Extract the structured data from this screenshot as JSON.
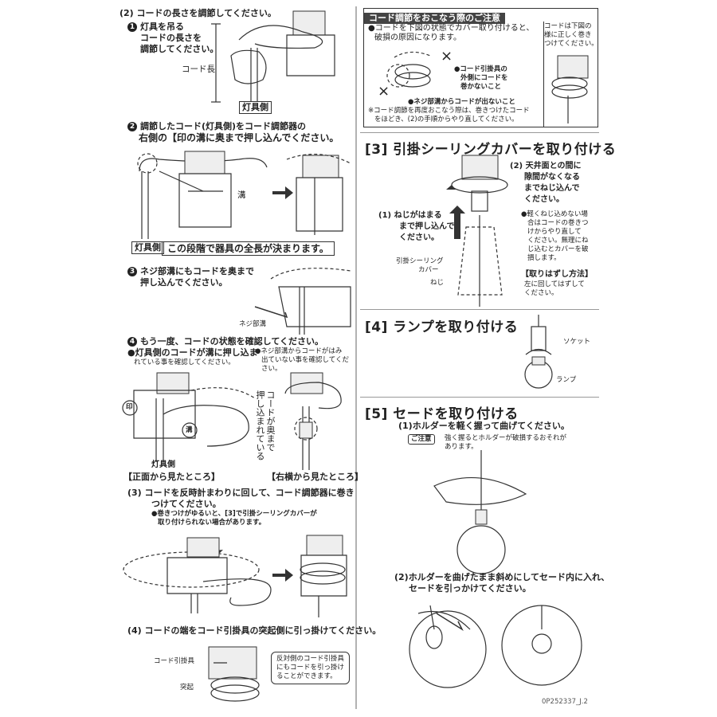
{
  "left": {
    "s2_title": "(2) コードの長さを調節してください。",
    "s2_step1": [
      "灯具を吊る",
      "コードの長さを",
      "調節してください。"
    ],
    "cord_length_label": "コード長",
    "fixture_side": "灯具側",
    "s2_step2_l1": "調節したコード(灯具側)をコード調節器の",
    "s2_step2_l2": "右側の【印の溝に奥まで押し込んでください。",
    "groove_label": "溝",
    "fixture_side_2": "灯具側",
    "length_fixed_note": "この段階で器具の全長が決まります。",
    "s2_step3": [
      "ネジ部溝にもコードを奥まで",
      "押し込んでください。"
    ],
    "screw_groove_label": "ネジ部溝",
    "s2_step4": "もう一度、コードの状態を確認してください。",
    "check_left": [
      "●灯具側のコードが溝に押し込ま",
      "れている事を確認してください。"
    ],
    "check_right": [
      "●ネジ部溝からコードがはみ",
      "出ていない事を確認してくだ",
      "さい。"
    ],
    "mark_label": "印",
    "groove_label_2": "溝",
    "pushed_in_note": [
      "コードが奥まで",
      "押し込まれている"
    ],
    "fixture_side_3": "灯具側",
    "front_view": "【正面から見たところ】",
    "side_view": "【右横から見たところ】",
    "s3_title": "(3) コードを反時計まわりに回して、コード調節器に巻き",
    "s3_title_l2": "つけてください。",
    "s3_note": [
      "●巻きつけがゆるいと、[3]で引掛シーリングカバーが",
      "取り付けられない場合があります。"
    ],
    "s4_title": "(4) コードの端をコード引掛具の突起側に引っ掛けてください。",
    "hook_label": "コード引掛具",
    "protrusion_label": "突起",
    "hook_note": [
      "反対側のコード引掛具",
      "にもコードを引っ掛け",
      "ることができます。"
    ]
  },
  "caution": {
    "title": "コード調節をおこなう際のご注意",
    "line1": "●コードを下図の状態でカバー取り付けると、",
    "line2": "破損の原因になります。",
    "right_note": [
      "コードは下図の",
      "様に正しく巻き",
      "つけてください。"
    ],
    "bullet_a": [
      "●コード引掛具の",
      "外側にコードを",
      "巻かないこと"
    ],
    "bullet_b": "●ネジ部溝からコードが出ないこと",
    "foot1": "※コード調節を再度おこなう際は、巻きつけたコード",
    "foot2": "をほどき、(2)の手順からやり直してください。",
    "cross": "×"
  },
  "sec3": {
    "title": "[3] 引掛シーリングカバーを取り付ける",
    "step2": [
      "(2) 天井面との間に",
      "隙間がなくなる",
      "までねじ込んで",
      "ください。"
    ],
    "step1": [
      "(1) ねじがはまる",
      "まで押し込んで",
      "ください。"
    ],
    "warn": [
      "●軽くねじ込めない場",
      "合はコードの巻きつ",
      "けからやり直して",
      "ください。無理にね",
      "じ込むとカバーを破",
      "損します。"
    ],
    "removal_title": "【取りはずし方法】",
    "removal": [
      "左に回してはずして",
      "ください。"
    ],
    "cover_label": [
      "引掛シーリング",
      "カバー"
    ],
    "screw_label": "ねじ"
  },
  "sec4": {
    "title": "[4] ランプを取り付ける",
    "socket_label": "ソケット",
    "lamp_label": "ランプ"
  },
  "sec5": {
    "title": "[5] セードを取り付ける",
    "step1": "(1)ホルダーを軽く握って曲げてください。",
    "caution_badge": "ご注意",
    "caution_text": [
      "強く握るとホルダーが破損するおそれが",
      "あります。"
    ],
    "step2": [
      "(2)ホルダーを曲げたまま斜めにしてセード内に入れ、",
      "セードを引っかけてください。"
    ]
  },
  "footer_code": "0P252337_J.2"
}
